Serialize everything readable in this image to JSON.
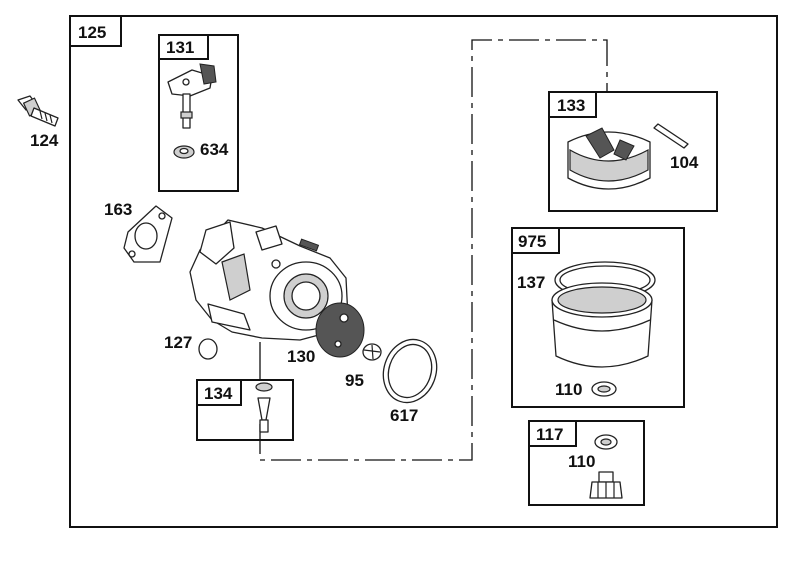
{
  "assembly": {
    "number": "125"
  },
  "sub_kits": {
    "k131": {
      "number": "131",
      "parts": [
        "634"
      ]
    },
    "k133": {
      "number": "133",
      "parts": [
        "104"
      ]
    },
    "k975": {
      "number": "975",
      "parts": [
        "137",
        "110"
      ]
    },
    "k134": {
      "number": "134",
      "parts": []
    },
    "k117": {
      "number": "117",
      "parts": [
        "110"
      ]
    }
  },
  "callouts": {
    "p124": "124",
    "p163": "163",
    "p127": "127",
    "p130": "130",
    "p95": "95",
    "p617": "617",
    "p634": "634",
    "p104": "104",
    "p137": "137",
    "p110a": "110",
    "p110b": "110"
  },
  "colors": {
    "line": "#111111",
    "background": "#ffffff",
    "shading": "#cfcfcf"
  }
}
